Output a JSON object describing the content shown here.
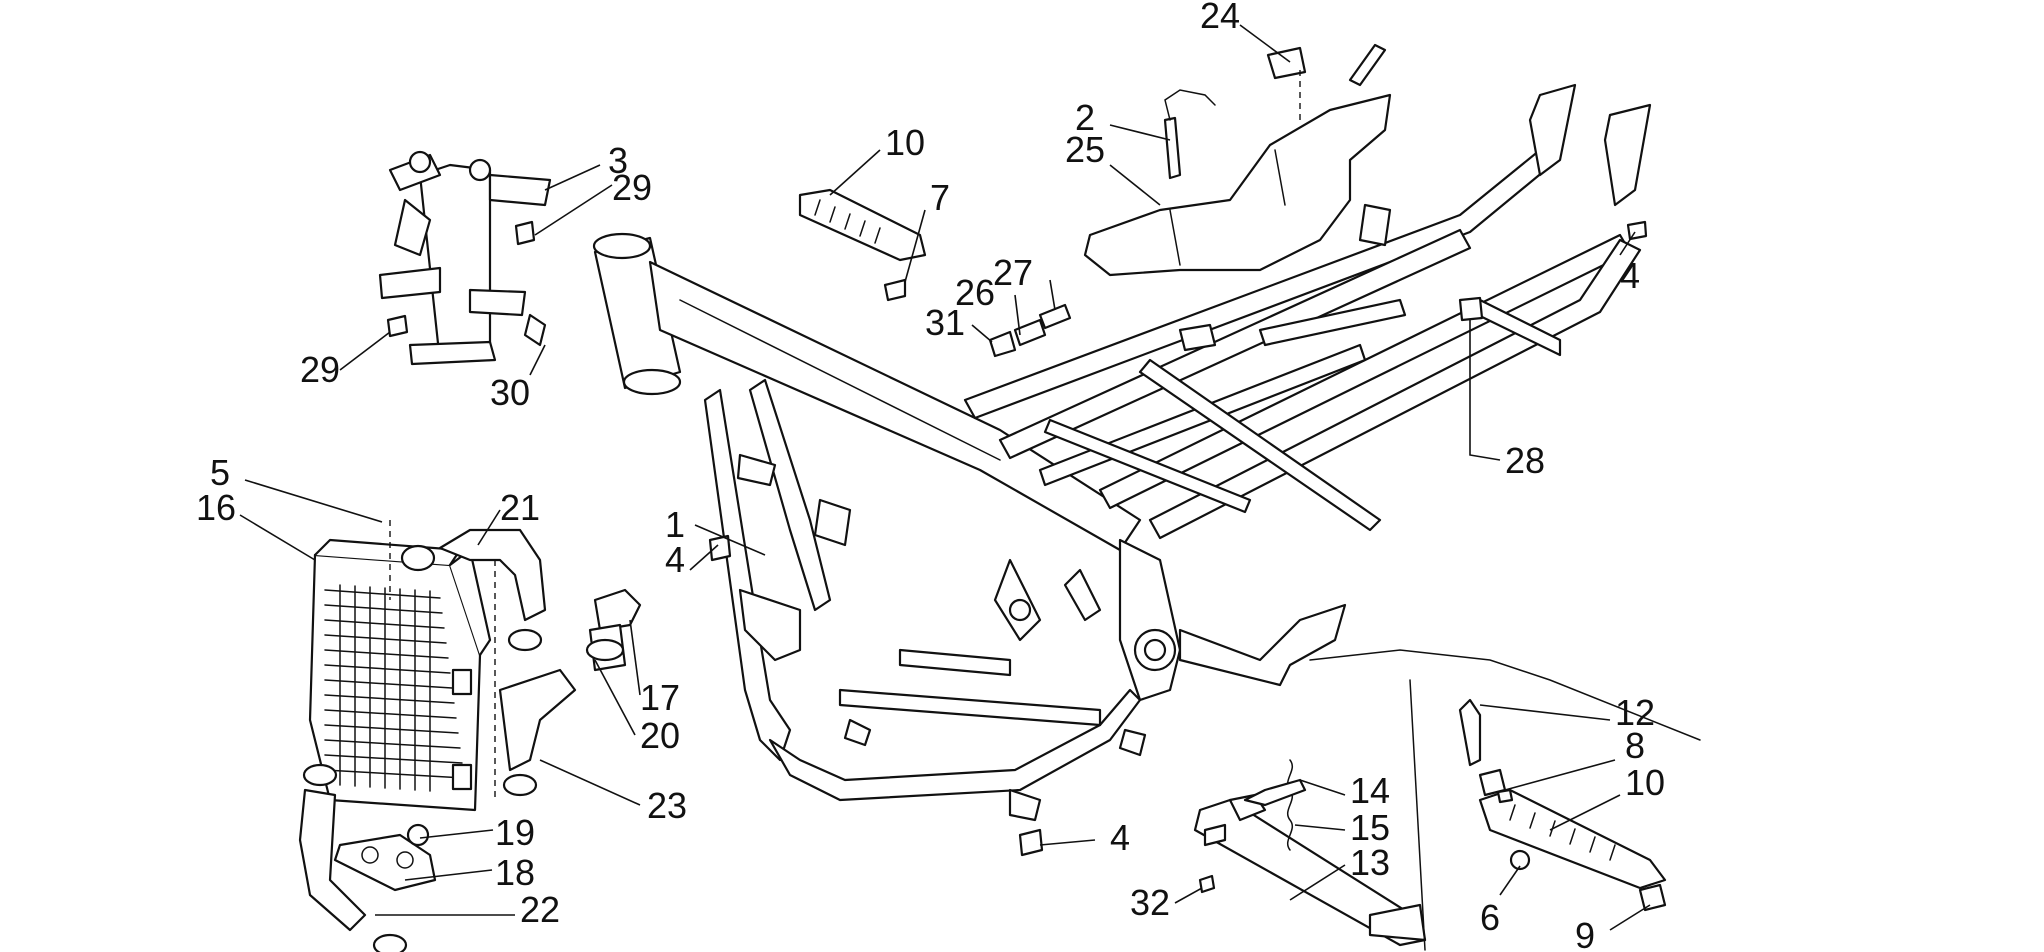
{
  "callouts": [
    {
      "id": "c1",
      "text": "1"
    },
    {
      "id": "c2",
      "text": "2"
    },
    {
      "id": "c3",
      "text": "3"
    },
    {
      "id": "c4a",
      "text": "4"
    },
    {
      "id": "c4b",
      "text": "4"
    },
    {
      "id": "c4c",
      "text": "4"
    },
    {
      "id": "c5",
      "text": "5"
    },
    {
      "id": "c6",
      "text": "6"
    },
    {
      "id": "c7",
      "text": "7"
    },
    {
      "id": "c8",
      "text": "8"
    },
    {
      "id": "c9",
      "text": "9"
    },
    {
      "id": "c10a",
      "text": "10"
    },
    {
      "id": "c10b",
      "text": "10"
    },
    {
      "id": "c12",
      "text": "12"
    },
    {
      "id": "c13",
      "text": "13"
    },
    {
      "id": "c14",
      "text": "14"
    },
    {
      "id": "c15",
      "text": "15"
    },
    {
      "id": "c16",
      "text": "16"
    },
    {
      "id": "c17",
      "text": "17"
    },
    {
      "id": "c18",
      "text": "18"
    },
    {
      "id": "c19",
      "text": "19"
    },
    {
      "id": "c20",
      "text": "20"
    },
    {
      "id": "c21",
      "text": "21"
    },
    {
      "id": "c22",
      "text": "22"
    },
    {
      "id": "c23",
      "text": "23"
    },
    {
      "id": "c24",
      "text": "24"
    },
    {
      "id": "c25",
      "text": "25"
    },
    {
      "id": "c26",
      "text": "26"
    },
    {
      "id": "c27",
      "text": "27"
    },
    {
      "id": "c28",
      "text": "28"
    },
    {
      "id": "c29a",
      "text": "29"
    },
    {
      "id": "c29b",
      "text": "29"
    },
    {
      "id": "c30",
      "text": "30"
    },
    {
      "id": "c31",
      "text": "31"
    },
    {
      "id": "c32",
      "text": "32"
    }
  ]
}
